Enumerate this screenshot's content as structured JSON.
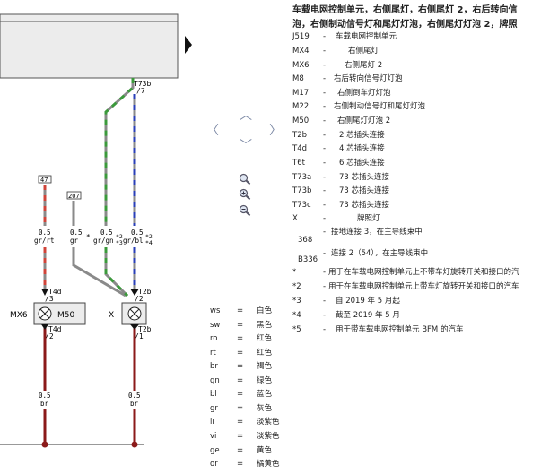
{
  "title_lines": [
    "车载电网控制单元，右侧尾灯，右侧尾灯 2，右后转向信",
    "泡，右侧制动信号灯和尾灯灯泡，右侧尾灯灯泡 2，牌照"
  ],
  "legend": [
    {
      "code": "J519",
      "desc": "车载电网控制单元"
    },
    {
      "code": "MX4",
      "desc": "右侧尾灯"
    },
    {
      "code": "MX6",
      "desc": "右侧尾灯 2"
    },
    {
      "code": "M8",
      "desc": "右后转向信号灯灯泡"
    },
    {
      "code": "M17",
      "desc": "右侧倒车灯灯泡"
    },
    {
      "code": "M22",
      "desc": "右侧制动信号灯和尾灯灯泡"
    },
    {
      "code": "M50",
      "desc": "右侧尾灯灯泡 2"
    },
    {
      "code": "T2b",
      "desc": "2 芯插头连接"
    },
    {
      "code": "T4d",
      "desc": "4 芯插头连接"
    },
    {
      "code": "T6t",
      "desc": "6 芯插头连接"
    },
    {
      "code": "T73a",
      "desc": "73 芯插头连接"
    },
    {
      "code": "T73b",
      "desc": "73 芯插头连接"
    },
    {
      "code": "T73c",
      "desc": "73 芯插头连接"
    },
    {
      "code": "X",
      "desc": "牌照灯"
    }
  ],
  "legend_special": [
    {
      "code": "368",
      "desc": "接地连接 3，在主导线束中"
    },
    {
      "code": "B336",
      "desc": "连接 2（54），在主导线束中"
    },
    {
      "code": "*",
      "desc": "用于在车载电网控制单元上不带车灯旋转开关和接口的汽"
    },
    {
      "code": "*2",
      "desc": "用于在车载电网控制单元上带车灯旋转开关和接口的汽车"
    },
    {
      "code": "*3",
      "desc": "自 2019 年 5 月起"
    },
    {
      "code": "*4",
      "desc": "截至 2019 年 5 月"
    },
    {
      "code": "*5",
      "desc": "用于带车载电网控制单元 BFM 的汽车"
    }
  ],
  "dash": "-",
  "colors": [
    {
      "abbr": "ws",
      "eq": "=",
      "name": "白色"
    },
    {
      "abbr": "sw",
      "eq": "=",
      "name": "黑色"
    },
    {
      "abbr": "ro",
      "eq": "=",
      "name": "红色"
    },
    {
      "abbr": "rt",
      "eq": "=",
      "name": "红色"
    },
    {
      "abbr": "br",
      "eq": "=",
      "name": "褐色"
    },
    {
      "abbr": "gn",
      "eq": "=",
      "name": "绿色"
    },
    {
      "abbr": "bl",
      "eq": "=",
      "name": "蓝色"
    },
    {
      "abbr": "gr",
      "eq": "=",
      "name": "灰色"
    },
    {
      "abbr": "li",
      "eq": "=",
      "name": "淡紫色"
    },
    {
      "abbr": "vi",
      "eq": "=",
      "name": "淡紫色"
    },
    {
      "abbr": "ge",
      "eq": "=",
      "name": "黄色"
    },
    {
      "abbr": "or",
      "eq": "=",
      "name": "橘黄色"
    }
  ],
  "diagram": {
    "connector_t73b": "T73b",
    "pin_t73b": "/7",
    "box_47": "47",
    "box_207": "207",
    "wire_labels": [
      {
        "size": "0.5",
        "color": "gr/rt"
      },
      {
        "size": "0.5",
        "color": "gr"
      },
      {
        "size": "0.5",
        "color": "gr/gn"
      },
      {
        "size": "0.5",
        "color": "gr/bl"
      }
    ],
    "star_marks": [
      "*",
      "*2",
      "*3",
      "*2",
      "*4"
    ],
    "t4d_top": "T4d",
    "t4d_top_pin": "/3",
    "t4d_bottom": "T4d",
    "t4d_bottom_pin": "/2",
    "t2b_top": "T2b",
    "t2b_top_pin": "/2",
    "t2b_bottom": "T2b",
    "t2b_bottom_pin": "/1",
    "mx6": "MX6",
    "m50": "M50",
    "x_label": "X",
    "ground_labels": [
      {
        "size": "0.5",
        "color": "br"
      },
      {
        "size": "0.5",
        "color": "br"
      }
    ]
  },
  "nav": {
    "up": "︿",
    "down": "﹀",
    "left": "〈",
    "right": "〉"
  },
  "palette": {
    "wire_red": "#d0443a",
    "wire_grey": "#8a8a8a",
    "wire_green": "#3b9a3b",
    "wire_blue": "#2a3fb8",
    "wire_brown": "#8b1a1a",
    "unit_fill": "#ececec"
  }
}
